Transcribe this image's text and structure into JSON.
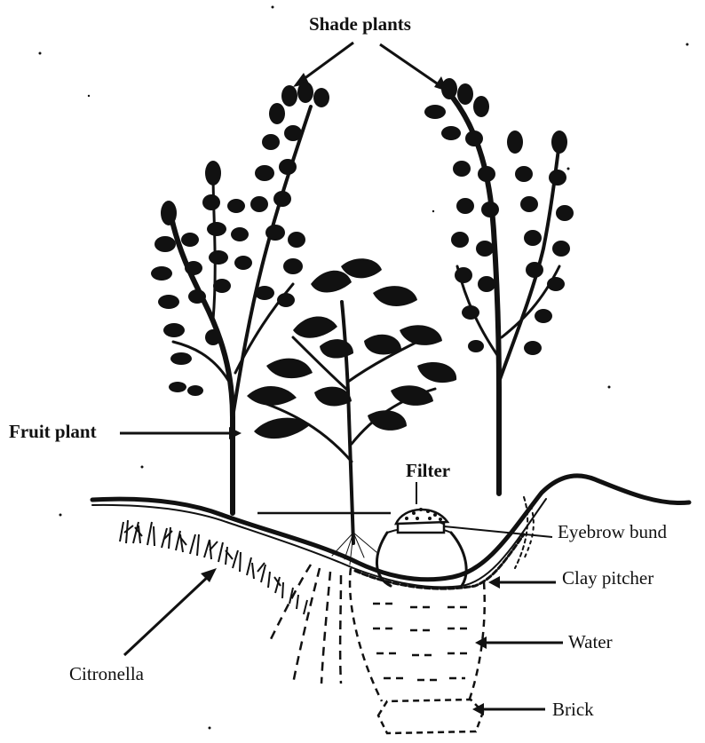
{
  "diagram": {
    "labels": {
      "shade_plants": "Shade plants",
      "fruit_plant": "Fruit plant",
      "filter": "Filter",
      "eyebrow_bund": "Eyebrow bund",
      "clay_pitcher": "Clay pitcher",
      "water": "Water",
      "brick": "Brick",
      "citronella": "Citronella"
    },
    "colors": {
      "ink": "#111111",
      "background": "#ffffff"
    }
  }
}
